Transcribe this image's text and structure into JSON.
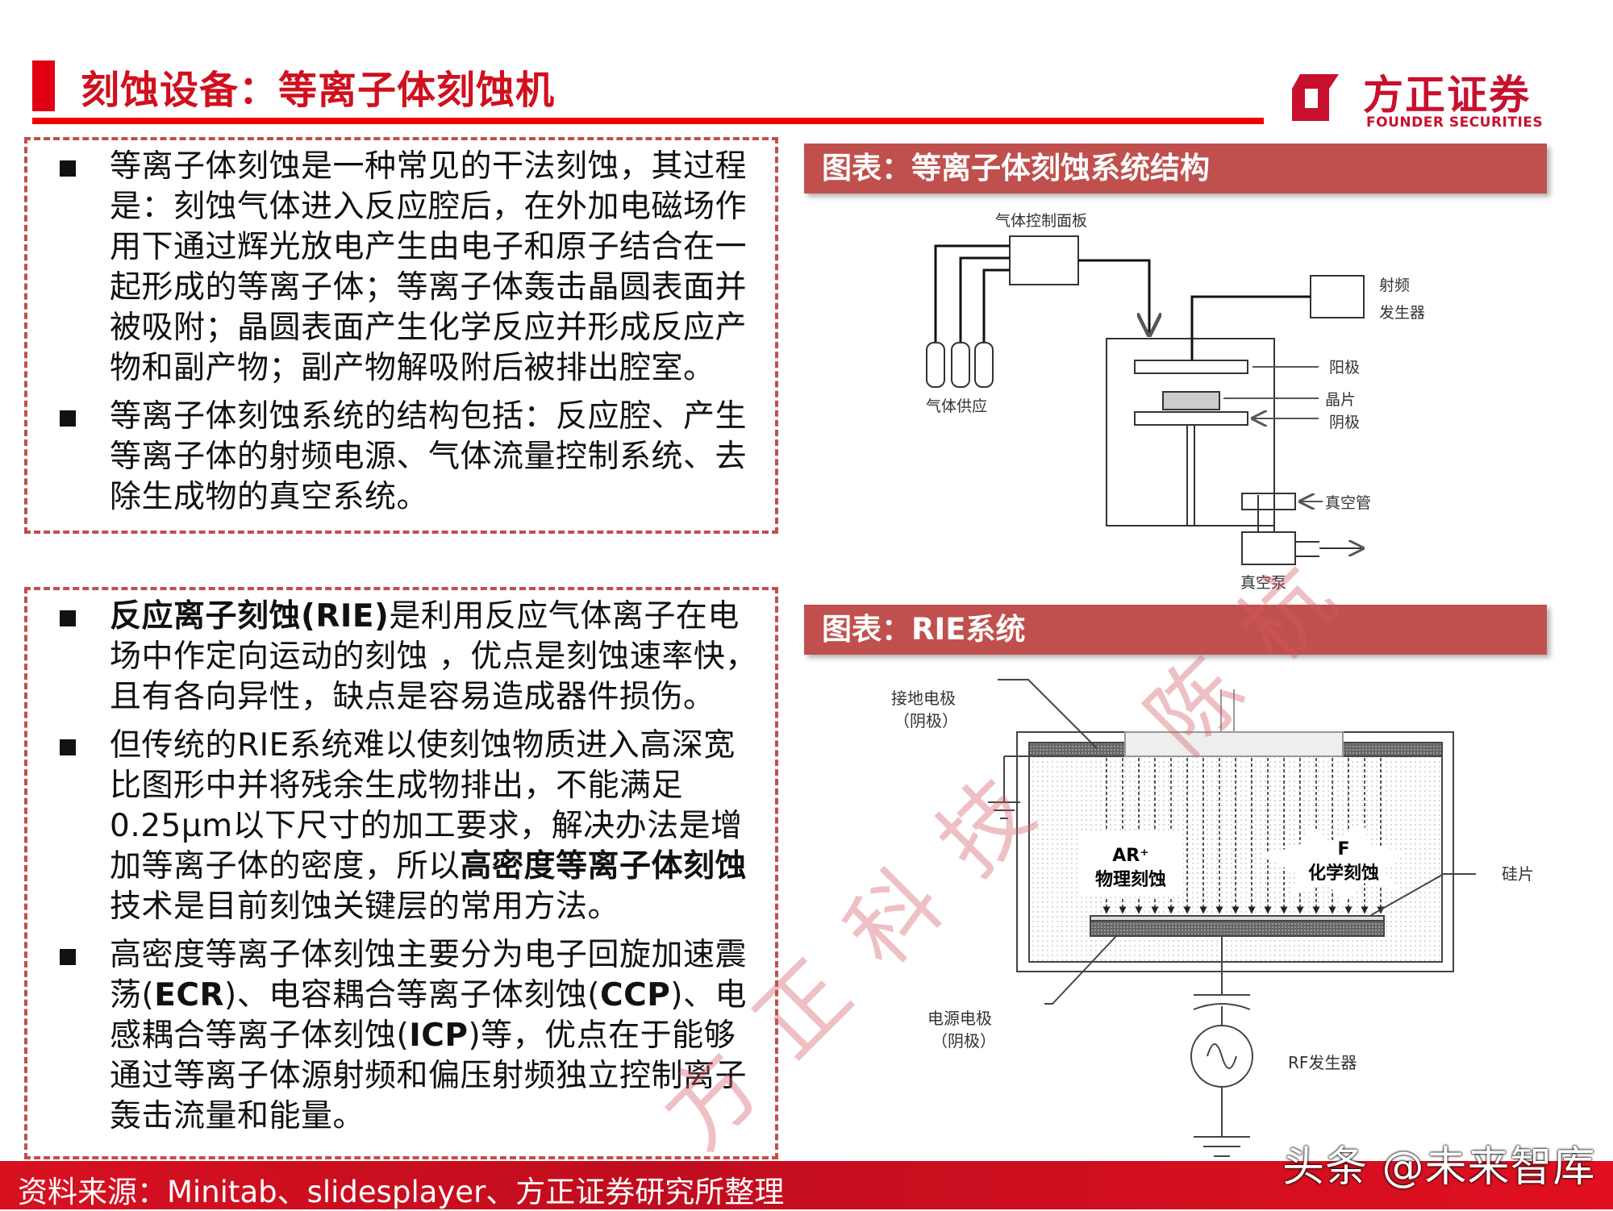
{
  "header": {
    "title": "刻蚀设备：等离子体刻蚀机",
    "logo_cn": "方正证券",
    "logo_en": "FOUNDER SECURITIES",
    "accent": "#e00012"
  },
  "box1": {
    "paragraphs": [
      [
        {
          "t": "等离子体刻蚀是一种常见的干法刻蚀，其过程是：刻蚀气体进入反应腔后，在外加电磁场作用下通过辉光放电产生由电子和原子结合在一起形成的等离子体；等离子体轰击晶圆表面并被吸附；晶圆表面产生化学反应并形成反应产物和副产物；副产物解吸附后被排出腔室。",
          "b": false
        }
      ],
      [
        {
          "t": "等离子体刻蚀系统的结构包括：反应腔、产生等离子体的射频电源、气体流量控制系统、去除生成物的真空系统。",
          "b": false
        }
      ]
    ]
  },
  "box2": {
    "paragraphs": [
      [
        {
          "t": "反应离子刻蚀(RIE)",
          "b": true
        },
        {
          "t": "是利用反应气体离子在电场中作定向运动的刻蚀 ，优点是刻蚀速率快，且有各向异性，缺点是容易造成器件损伤。",
          "b": false
        }
      ],
      [
        {
          "t": "但传统的RIE系统难以使刻蚀物质进入高深宽比图形中并将残余生成物排出，不能满足0.25μm以下尺寸的加工要求，解决办法是增加等离子体的密度，所以",
          "b": false
        },
        {
          "t": "高密度等离子体刻蚀",
          "b": true
        },
        {
          "t": "技术是目前刻蚀关键层的常用方法。",
          "b": false
        }
      ],
      [
        {
          "t": "高密度等离子体刻蚀主要分为电子回旋加速震荡(",
          "b": false
        },
        {
          "t": "ECR",
          "b": true
        },
        {
          "t": ")、电容耦合等离子体刻蚀(",
          "b": false
        },
        {
          "t": "CCP",
          "b": true
        },
        {
          "t": ")、电感耦合等离子体刻蚀(",
          "b": false
        },
        {
          "t": "ICP",
          "b": true
        },
        {
          "t": ")等，优点在于能够通过等离子体源射频和偏压射频独立控制离子轰击流量和能量。",
          "b": false
        }
      ]
    ]
  },
  "figure1": {
    "title": "图表：等离子体刻蚀系统结构",
    "labels": {
      "gas_panel": "气体控制面板",
      "gas_supply": "气体供应",
      "rf1": "射频",
      "rf2": "发生器",
      "anode": "阳极",
      "wafer": "晶片",
      "cathode": "阴极",
      "vacuum_tube": "真空管",
      "vacuum_pump": "真空泵"
    }
  },
  "figure2": {
    "title": "图表：RIE系统",
    "labels": {
      "ground1": "接地电极",
      "ground2": "（阴极）",
      "power1": "电源电极",
      "power2": "（阴极）",
      "silicon": "硅片",
      "rf": "RF发生器",
      "ar": "AR⁺",
      "physical": "物理刻蚀",
      "f": "F",
      "chemical": "化学刻蚀"
    }
  },
  "footer": {
    "source": "资料来源：Minitab、slidesplayer、方正证券研究所整理"
  },
  "watermark": {
    "text1": "方正科技",
    "text2": "陈杭",
    "toutiao": "头条 @未来智库"
  }
}
